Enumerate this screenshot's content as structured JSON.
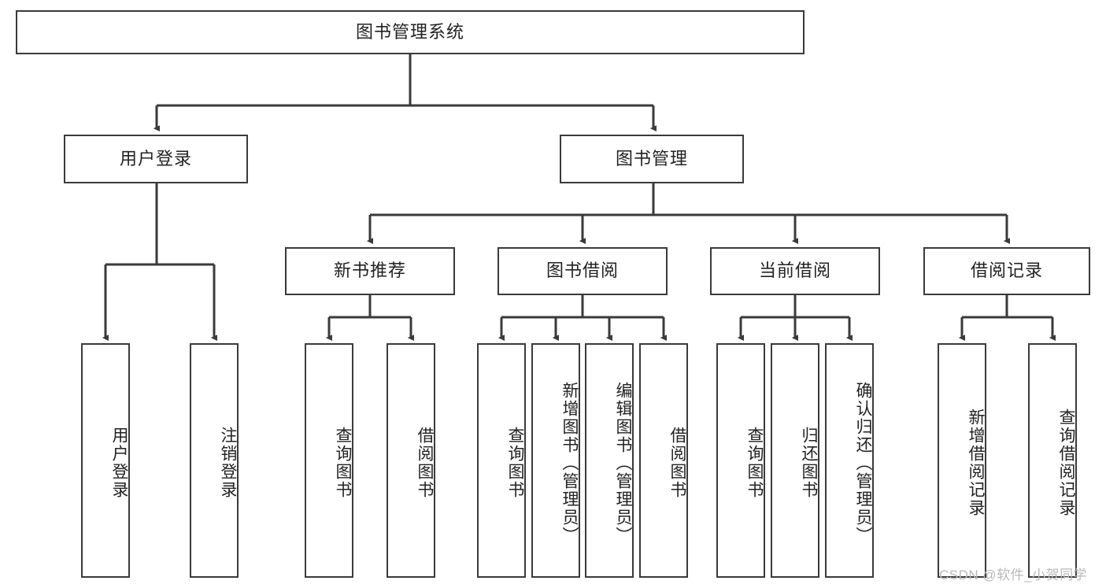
{
  "diagram": {
    "title_node": {
      "id": "root",
      "label": "图书管理系统"
    },
    "level2": [
      {
        "id": "user-login",
        "label": "用户登录"
      },
      {
        "id": "book-manage",
        "label": "图书管理"
      }
    ],
    "level3": [
      {
        "id": "new-book-recommend",
        "label": "新书推荐"
      },
      {
        "id": "book-borrow",
        "label": "图书借阅"
      },
      {
        "id": "current-borrow",
        "label": "当前借阅"
      },
      {
        "id": "borrow-record",
        "label": "借阅记录"
      }
    ],
    "leaves": {
      "user_login": [
        {
          "id": "leaf-user-login",
          "label": "用户登录"
        },
        {
          "id": "leaf-logout-login",
          "label": "注销登录"
        }
      ],
      "new_book_recommend": [
        {
          "id": "leaf-query-book-1",
          "label": "查询图书"
        },
        {
          "id": "leaf-borrow-book-1",
          "label": "借阅图书"
        }
      ],
      "book_borrow": [
        {
          "id": "leaf-query-book-2",
          "label": "查询图书"
        },
        {
          "id": "leaf-add-book",
          "label": "新增图书（管理员）"
        },
        {
          "id": "leaf-edit-book",
          "label": "编辑图书（管理员）"
        },
        {
          "id": "leaf-borrow-book-2",
          "label": "借阅图书"
        }
      ],
      "current_borrow": [
        {
          "id": "leaf-query-book-3",
          "label": "查询图书"
        },
        {
          "id": "leaf-return-book",
          "label": "归还图书"
        },
        {
          "id": "leaf-confirm-return",
          "label": "确认归还（管理员）"
        }
      ],
      "borrow_record": [
        {
          "id": "leaf-add-record",
          "label": "新增借阅记录"
        },
        {
          "id": "leaf-query-record",
          "label": "查询借阅记录"
        }
      ]
    },
    "colors": {
      "border": "#3a3a3a",
      "edge": "#3a3a3a",
      "text": "#222222",
      "background": "#ffffff",
      "watermark": "#b9b9b9"
    }
  },
  "watermark": {
    "text": "CSDN @软件_小贺同学"
  }
}
